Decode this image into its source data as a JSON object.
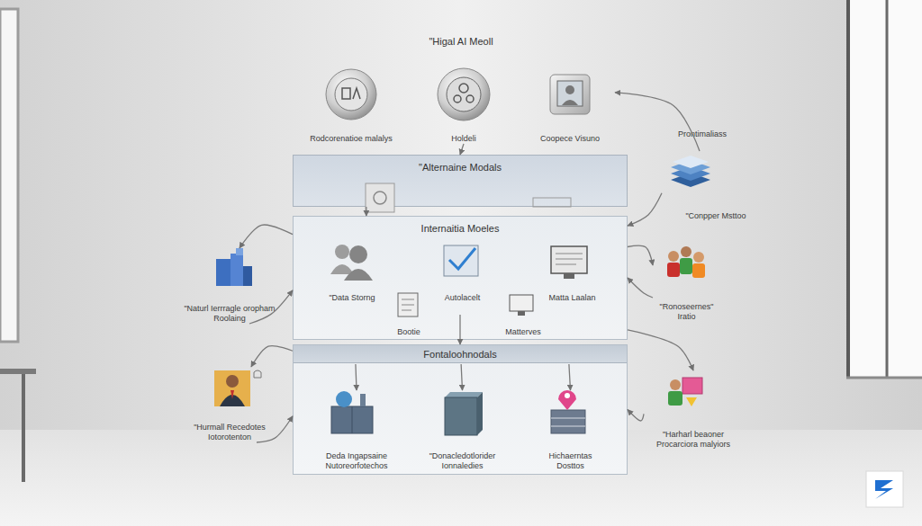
{
  "diagram": {
    "title": "\"Higal AI Meoll",
    "nodes": [
      {
        "text": [
          "Rodcorenatioe malalys"
        ]
      },
      {
        "text": [
          "Holdeli"
        ]
      },
      {
        "text": [
          "Coopece Visuno"
        ]
      },
      {
        "text": [
          "\"Alternaine Modals"
        ]
      },
      {
        "text": [
          "\"Conpper Msttoo"
        ]
      },
      {
        "text": [
          "Internaitia Moeles"
        ]
      },
      {
        "text": [
          "\"Data Storng"
        ],
        "in": 5
      },
      {
        "text": [
          "Autolacelt"
        ],
        "in": 5
      },
      {
        "text": [
          "Matta Laalan"
        ],
        "in": 5
      },
      {
        "text": [
          "Bootie"
        ],
        "in": 5
      },
      {
        "text": [
          "Matterves"
        ],
        "in": 5
      },
      {
        "text": [
          "\"Naturl Ierrragle oropham Roolaing"
        ]
      },
      {
        "text": [
          "\"Ronoseernes\" Iratio"
        ]
      },
      {
        "text": [
          "Fontaloohnodals"
        ]
      },
      {
        "text": [
          "Deda Ingapsaine Nutoreorfotechos"
        ],
        "in": 13
      },
      {
        "text": [
          "\"Donacledotlorider Ionnaledies"
        ],
        "in": 13
      },
      {
        "text": [
          "Hichaerntas Dosttos"
        ],
        "in": 13
      },
      {
        "text": [
          "\"Hurmall Recedotes Iotorotenton"
        ]
      },
      {
        "text": [
          "\"Harharl beaoner Procarciora malyiors"
        ]
      }
    ],
    "edges": [
      {
        "from": 1,
        "to": 3,
        "arrow": "to"
      },
      {
        "from": 4,
        "to": 2,
        "arrow": "to"
      },
      {
        "from": 3,
        "to": 5,
        "arrow": "to"
      },
      {
        "from": 4,
        "to": 5,
        "arrow": "to"
      },
      {
        "from": 5,
        "to": 12,
        "arrow": "to"
      },
      {
        "from": 12,
        "to": 5,
        "arrow": "to"
      },
      {
        "from": 5,
        "to": 11,
        "arrow": "to"
      },
      {
        "from": 11,
        "to": 5,
        "arrow": "to"
      },
      {
        "from": 5,
        "to": 13,
        "arrow": "to"
      },
      {
        "from": 13,
        "to": 14,
        "arrow": "to"
      },
      {
        "from": 13,
        "to": 15,
        "arrow": "to"
      },
      {
        "from": 13,
        "to": 16,
        "arrow": "to"
      },
      {
        "from": 13,
        "to": 17,
        "arrow": "to"
      },
      {
        "from": 17,
        "to": 13,
        "arrow": "to"
      },
      {
        "from": 5,
        "to": 18,
        "arrow": "to"
      },
      {
        "from": 18,
        "to": 13,
        "arrow": "to"
      }
    ],
    "labels": [
      "Prontimaliass"
    ]
  }
}
